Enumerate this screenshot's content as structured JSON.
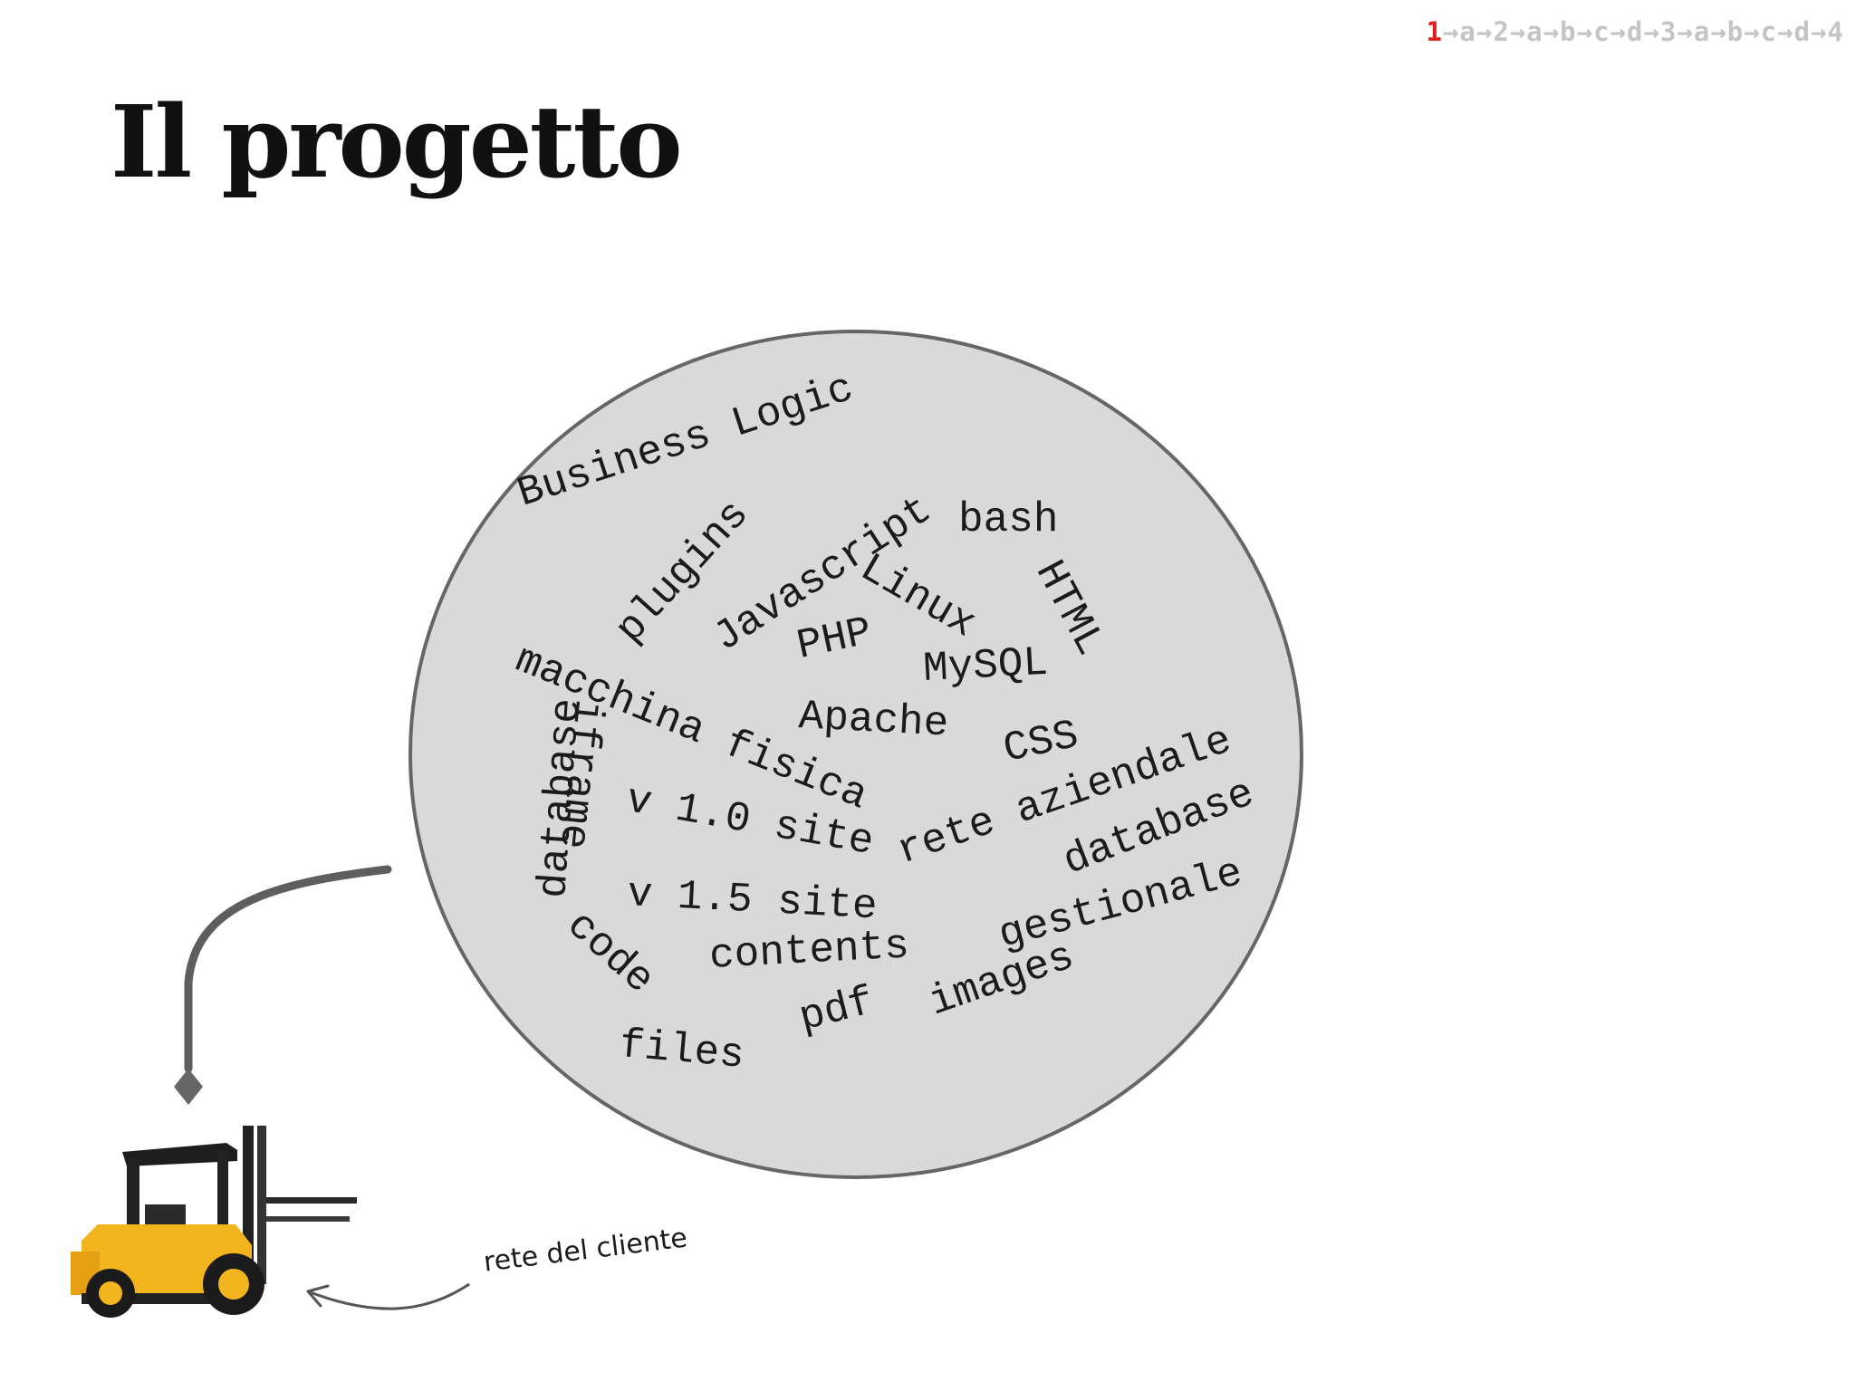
{
  "breadcrumb": {
    "active": "1",
    "trail": "→a→2→a→b→c→d→3→a→b→c→d→4"
  },
  "title": "Il progetto",
  "cloud_words": {
    "business_logic": "Business Logic",
    "plugins": "plugins",
    "javascript": "Javascript",
    "bash": "bash",
    "linux": "Linux",
    "html": "HTML",
    "php": "PHP",
    "mysql": "MySQL",
    "macchina_fisica": "macchina fisica",
    "apache": "Apache",
    "css": "CSS",
    "database_left": "database",
    "iframe": "iframe",
    "v10_site": "v 1.0 site",
    "rete_aziendale": "rete aziendale",
    "database_right": "database",
    "gestionale": "gestionale",
    "v15_site": "v 1.5 site",
    "code": "code",
    "contents": "contents",
    "images": "images",
    "pdf": "pdf",
    "files": "files"
  },
  "client_network_label": "rete del cliente",
  "icons": [
    "forklift-image",
    "connector-arrow",
    "pointer-arrow"
  ],
  "colors": {
    "cloud_fill": "#d9d9d9",
    "cloud_stroke": "#666666",
    "breadcrumb_active": "#e0201b",
    "breadcrumb_inactive": "#c4c4c4",
    "forklift_body": "#f2b51e"
  }
}
